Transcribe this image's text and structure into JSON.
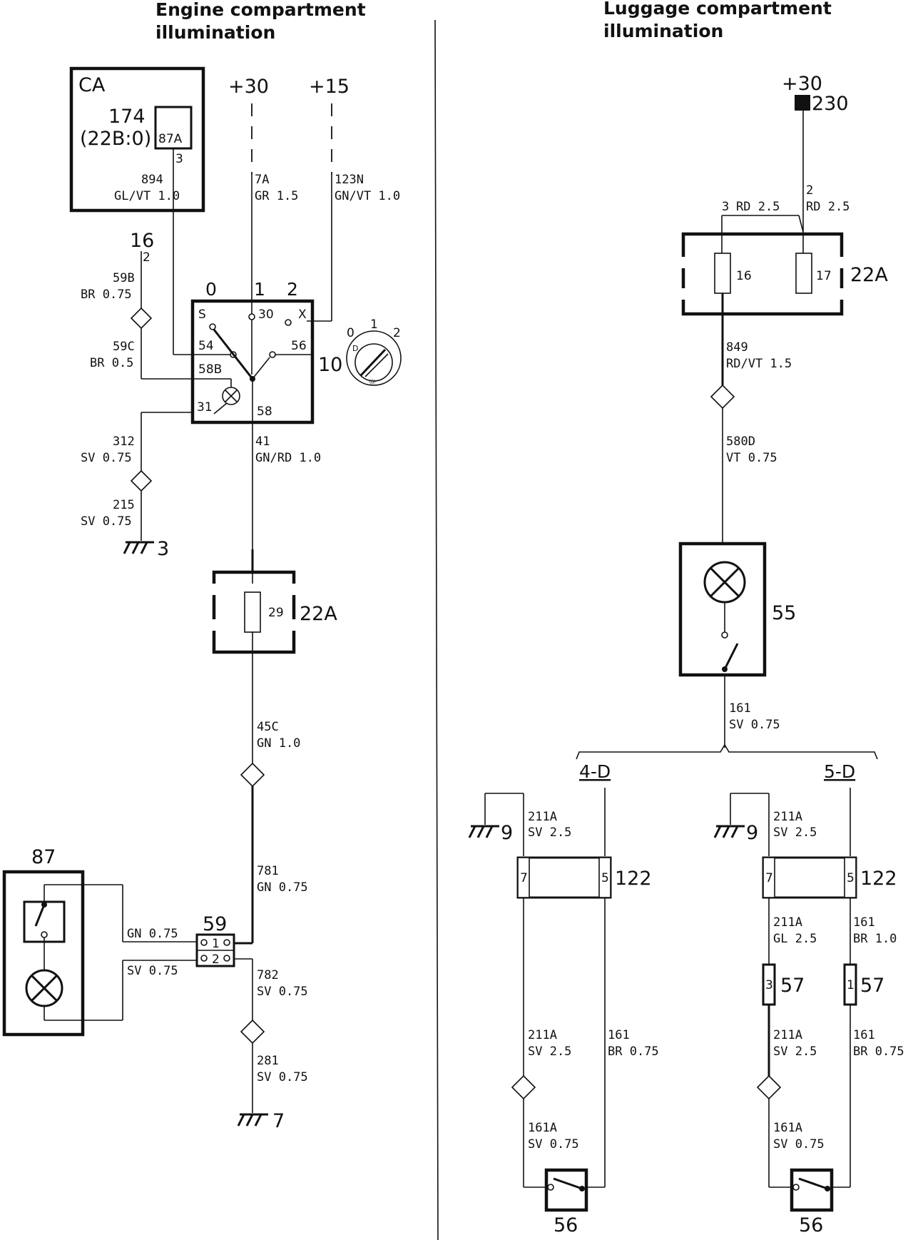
{
  "titles": {
    "engine_line1": "Engine compartment",
    "engine_line2": "illumination",
    "luggage_line1": "Luggage compartment",
    "luggage_line2": "illumination"
  },
  "engine": {
    "ca_module": {
      "label": "CA",
      "id": "174",
      "ref": "(22B:0)",
      "pin": "87A",
      "pin_no": "3"
    },
    "supply_30": "+30",
    "supply_15": "+15",
    "wire_894": {
      "code": "894",
      "spec": "GL/VT 1.0"
    },
    "wire_7a": {
      "code": "7A",
      "spec": "GR 1.5"
    },
    "wire_123n": {
      "code": "123N",
      "spec": "GN/VT 1.0"
    },
    "conn16": {
      "label": "16",
      "pin": "2"
    },
    "wire_59b": {
      "code": "59B",
      "spec": "BR 0.75"
    },
    "wire_59c": {
      "code": "59C",
      "spec": "BR 0.5"
    },
    "switch10": {
      "label": "10",
      "positions": [
        "0",
        "1",
        "2"
      ],
      "terminals": {
        "s": "S",
        "t30": "30",
        "x": "X",
        "t54": "54",
        "t56": "56",
        "t58b": "58B",
        "t31": "31",
        "t58": "58"
      }
    },
    "knob": {
      "positions": [
        "0",
        "1",
        "2"
      ],
      "marks": [
        "D",
        "☼"
      ]
    },
    "wire_312": {
      "code": "312",
      "spec": "SV 0.75"
    },
    "wire_215": {
      "code": "215",
      "spec": "SV 0.75"
    },
    "ground3": "3",
    "wire_41": {
      "code": "41",
      "spec": "GN/RD 1.0"
    },
    "fusebox": {
      "fuse": "29",
      "label": "22A"
    },
    "wire_45c": {
      "code": "45C",
      "spec": "GN 1.0"
    },
    "wire_781": {
      "code": "781",
      "spec": "GN 0.75"
    },
    "lamp87": {
      "label": "87"
    },
    "conn59": {
      "label": "59",
      "pin1": "1",
      "pin2": "2",
      "left1": "GN 0.75",
      "left2": "SV 0.75"
    },
    "wire_782": {
      "code": "782",
      "spec": "SV 0.75"
    },
    "wire_281": {
      "code": "281",
      "spec": "SV 0.75"
    },
    "ground7": "7"
  },
  "luggage": {
    "supply_30": "+30",
    "conn230": "230",
    "wire_2": {
      "code": "2",
      "spec": "RD 2.5"
    },
    "wire_3": {
      "code": "3",
      "spec": "RD 2.5"
    },
    "fusebox": {
      "fuse1": "16",
      "fuse2": "17",
      "label": "22A"
    },
    "wire_849": {
      "code": "849",
      "spec": "RD/VT 1.5"
    },
    "wire_580d": {
      "code": "580D",
      "spec": "VT 0.75"
    },
    "lamp55": {
      "label": "55"
    },
    "wire_161": {
      "code": "161",
      "spec": "SV 0.75"
    },
    "variant_4d": "4-D",
    "variant_5d": "5-D",
    "ground9": "9",
    "wire_211a_top": {
      "code": "211A",
      "spec": "SV 2.5"
    },
    "conn122": {
      "label": "122",
      "pin7": "7",
      "pin5": "5"
    },
    "wire_211a_gl": {
      "code": "211A",
      "spec": "GL 2.5"
    },
    "wire_161_br10": {
      "code": "161",
      "spec": "BR 1.0"
    },
    "conn57": {
      "label": "57",
      "pin3": "3",
      "pin1": "1"
    },
    "wire_211a_low": {
      "code": "211A",
      "spec": "SV 2.5"
    },
    "wire_161_br075": {
      "code": "161",
      "spec": "BR 0.75"
    },
    "wire_161a": {
      "code": "161A",
      "spec": "SV 0.75"
    },
    "switch56": {
      "label": "56"
    }
  }
}
